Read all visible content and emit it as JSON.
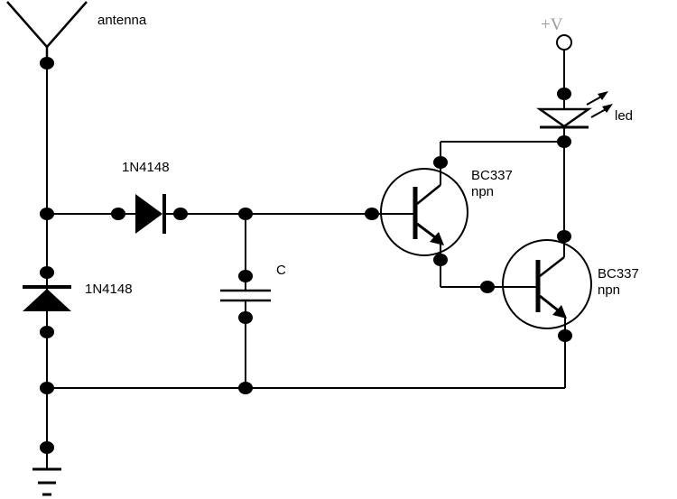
{
  "labels": {
    "antenna": "antenna",
    "supply": "+V",
    "led": "led",
    "diode_series": "1N4148",
    "diode_shunt": "1N4148",
    "capacitor": "C",
    "q1_part": "BC337",
    "q1_type": "npn",
    "q2_part": "BC337",
    "q2_type": "npn"
  },
  "colors": {
    "ink": "#000000",
    "supply_terminal": "#9a9a9a",
    "background": "#ffffff"
  }
}
